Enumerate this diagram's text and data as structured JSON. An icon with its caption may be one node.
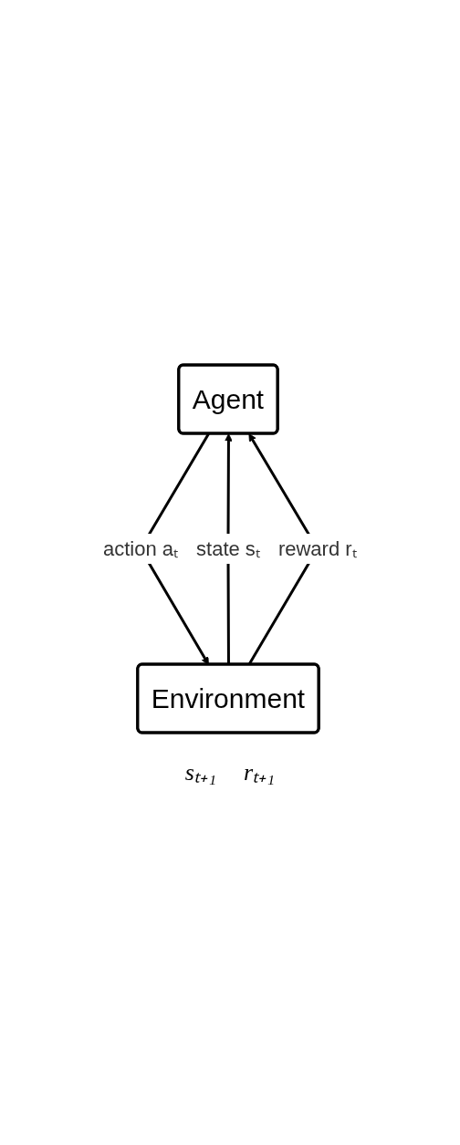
{
  "diagram": {
    "nodes": [
      {
        "text": [
          "Agent"
        ]
      },
      {
        "text": [
          "Environment"
        ]
      }
    ],
    "edges": [
      {
        "from": 1,
        "to": 0,
        "arrow": "to",
        "label": "state sₜ"
      },
      {
        "from": 1,
        "to": 0,
        "arrow": "to",
        "label": "reward rₜ"
      },
      {
        "from": 0,
        "to": 1,
        "arrow": "to",
        "label": "action aₜ"
      }
    ],
    "labels": [
      "sₜ₊₁",
      "rₜ₊₁"
    ]
  }
}
